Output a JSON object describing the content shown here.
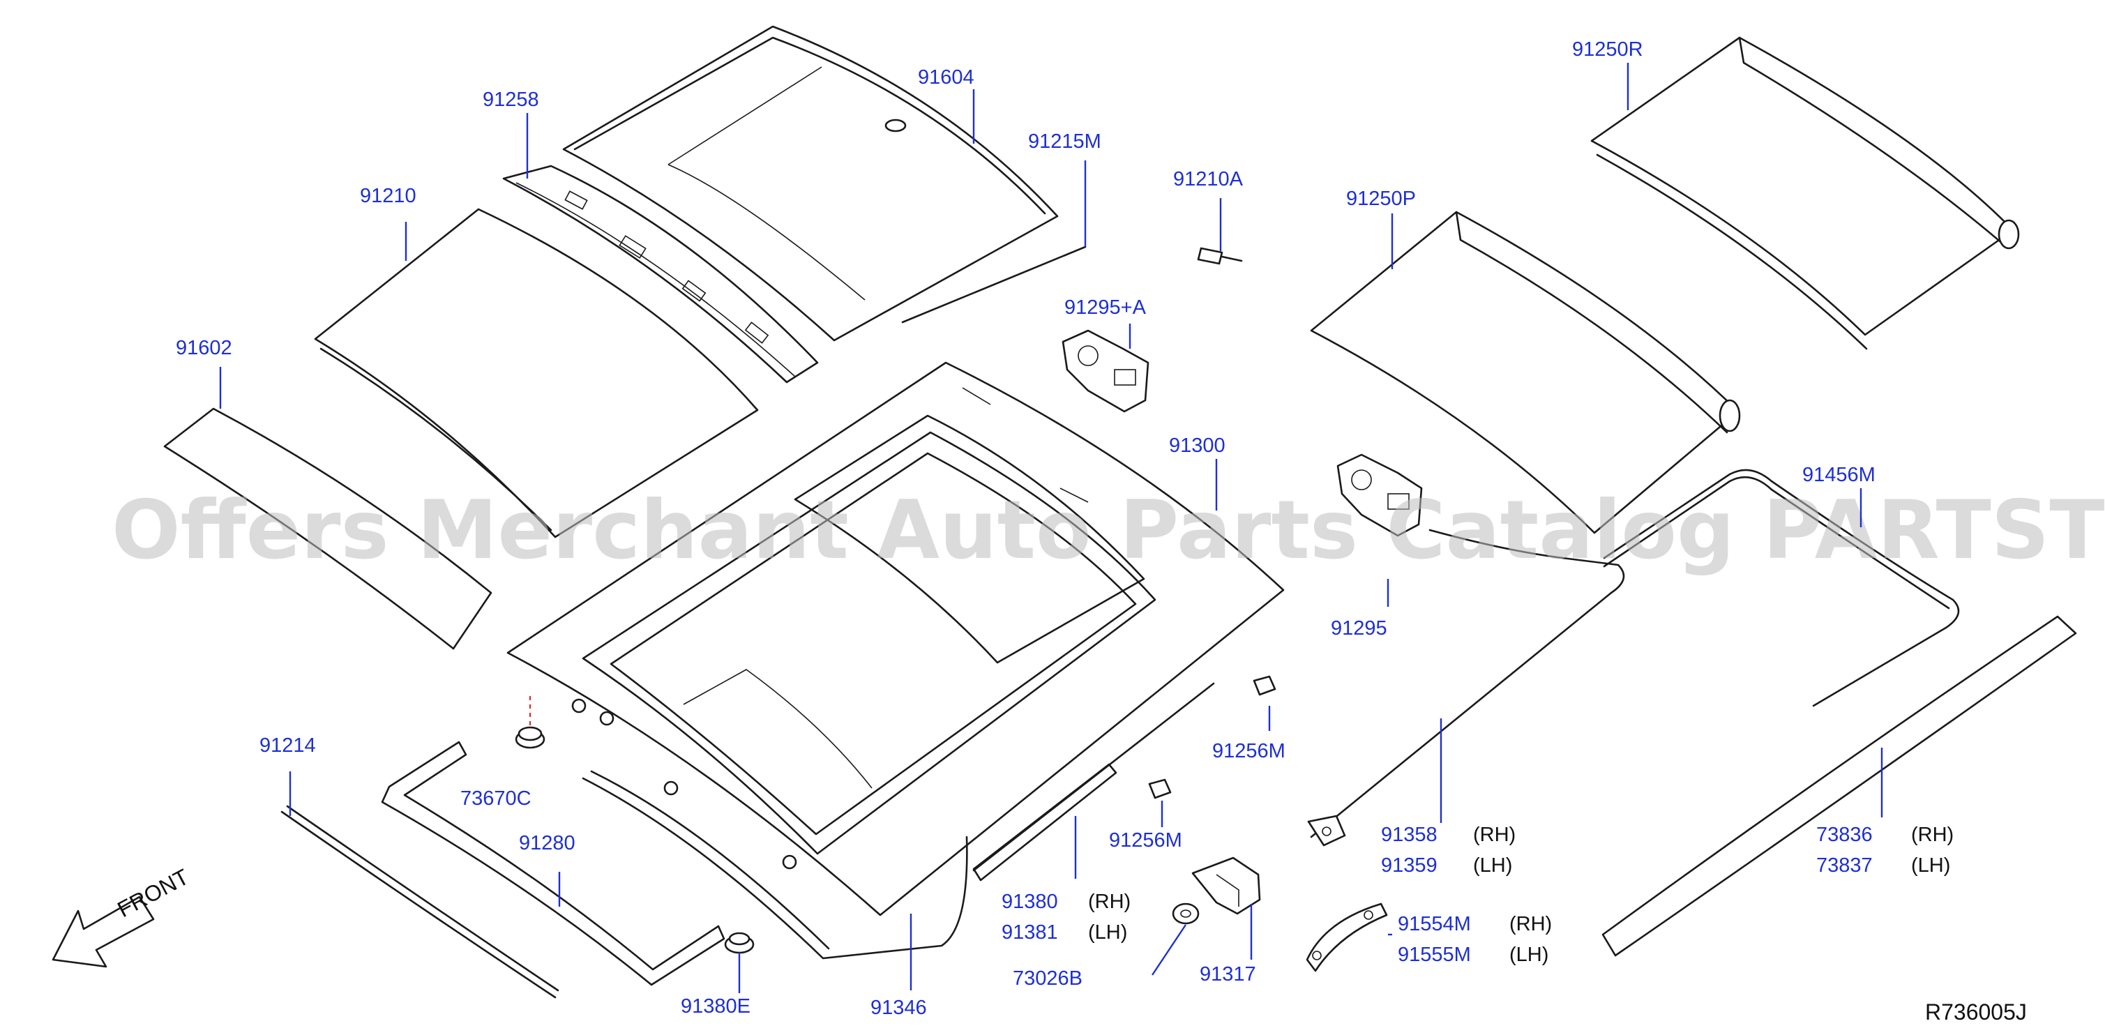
{
  "watermark": "Offers Merchant Auto Parts Catalog PARTSTORE.SA",
  "diagram_ref": "R736005J",
  "front_label": "FRONT",
  "side_labels": {
    "rh": "(RH)",
    "lh": "(LH)"
  },
  "callouts": {
    "p91604": "91604",
    "p91258": "91258",
    "p91215M": "91215M",
    "p91210A": "91210A",
    "p91210": "91210",
    "p91295A": "91295+A",
    "p91602": "91602",
    "p91300": "91300",
    "p91250R": "91250R",
    "p91250P": "91250P",
    "p91456M": "91456M",
    "p91295": "91295",
    "p91256M_a": "91256M",
    "p91256M_b": "91256M",
    "p73670C": "73670C",
    "p91214": "91214",
    "p91280": "91280",
    "p91380E": "91380E",
    "p91346": "91346",
    "p91380": "91380",
    "p91381": "91381",
    "p73026B": "73026B",
    "p91317": "91317",
    "p91358": "91358",
    "p91359": "91359",
    "p91554M": "91554M",
    "p91555M": "91555M",
    "p73836": "73836",
    "p73837": "73837"
  },
  "colors": {
    "callout": "#1d2fd6",
    "line": "#1a1a1a",
    "watermark": "#bdbdbd"
  }
}
